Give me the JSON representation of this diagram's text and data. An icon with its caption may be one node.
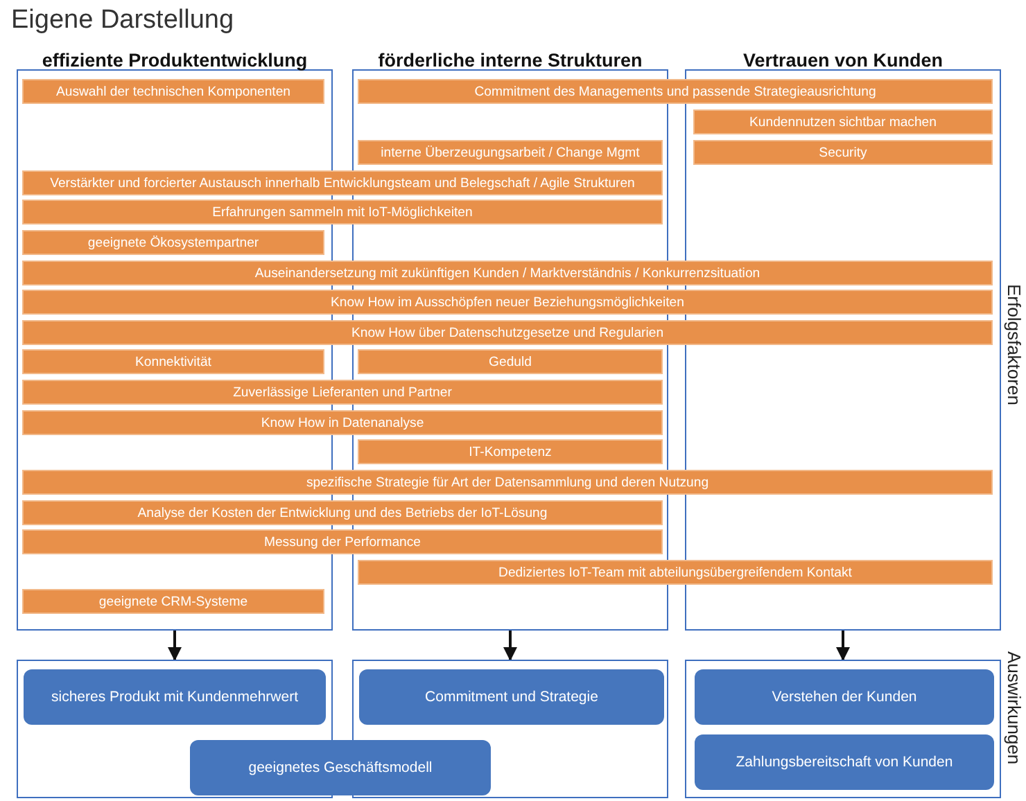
{
  "diagram": {
    "nodes": [
      {
        "text": [
          "effiziente Produktentwicklung"
        ]
      },
      {
        "text": [
          "förderliche interne Strukturen"
        ]
      },
      {
        "text": [
          "Vertrauen von Kunden"
        ]
      },
      {
        "text": [
          "Auswahl der technischen Komponenten"
        ],
        "in": 0
      },
      {
        "text": [
          "Commitment des Managements und passende Strategieausrichtung"
        ]
      },
      {
        "text": [
          "Kundennutzen sichtbar machen"
        ],
        "in": 2
      },
      {
        "text": [
          "interne Überzeugungsarbeit / Change Mgmt"
        ],
        "in": 1
      },
      {
        "text": [
          "Security"
        ],
        "in": 2
      },
      {
        "text": [
          "Verstärkter und forcierter Austausch innerhalb Entwicklungsteam und Belegschaft / Agile Strukturen"
        ]
      },
      {
        "text": [
          "Erfahrungen sammeln mit IoT-Möglichkeiten"
        ]
      },
      {
        "text": [
          "geeignete Ökosystempartner"
        ],
        "in": 0
      },
      {
        "text": [
          "Auseinandersetzung mit zukünftigen Kunden / Marktverständnis / Konkurrenzsituation"
        ]
      },
      {
        "text": [
          "Know How im Ausschöpfen neuer Beziehungsmöglichkeiten"
        ]
      },
      {
        "text": [
          "Know How über Datenschutzgesetze und Regularien"
        ]
      },
      {
        "text": [
          "Konnektivität"
        ],
        "in": 0
      },
      {
        "text": [
          "Geduld"
        ],
        "in": 1
      },
      {
        "text": [
          "Zuverlässige Lieferanten und Partner"
        ]
      },
      {
        "text": [
          "Know How in Datenanalyse"
        ]
      },
      {
        "text": [
          "IT-Kompetenz"
        ],
        "in": 1
      },
      {
        "text": [
          "spezifische Strategie für Art der Datensammlung und deren Nutzung"
        ]
      },
      {
        "text": [
          "Analyse der Kosten der Entwicklung und des Betriebs der IoT-Lösung"
        ]
      },
      {
        "text": [
          "Messung der Performance"
        ]
      },
      {
        "text": [
          "Dediziertes IoT-Team mit abteilungsübergreifendem Kontakt"
        ]
      },
      {
        "text": [
          "geeignete CRM-Systeme"
        ],
        "in": 0
      },
      {
        "text": [],
        "shape": "box"
      },
      {
        "text": [],
        "shape": "box"
      },
      {
        "text": [],
        "shape": "box"
      },
      {
        "text": [
          "sicheres Produkt mit Kundenmehrwert"
        ],
        "in": 24
      },
      {
        "text": [
          "Commitment und Strategie"
        ],
        "in": 25
      },
      {
        "text": [
          "Verstehen der Kunden"
        ],
        "in": 26
      },
      {
        "text": [
          "Zahlungsbereitschaft von Kunden"
        ],
        "in": 26
      },
      {
        "text": [
          "geeignetes Geschäftsmodell"
        ]
      }
    ],
    "edges": [
      {
        "from": 0,
        "to": 24,
        "arrow": "to"
      },
      {
        "from": 1,
        "to": 25,
        "arrow": "to"
      },
      {
        "from": 2,
        "to": 26,
        "arrow": "to"
      }
    ],
    "labels": [
      "Eigene Darstellung",
      "Erfolgsfaktoren",
      "Auswirkungen"
    ]
  }
}
